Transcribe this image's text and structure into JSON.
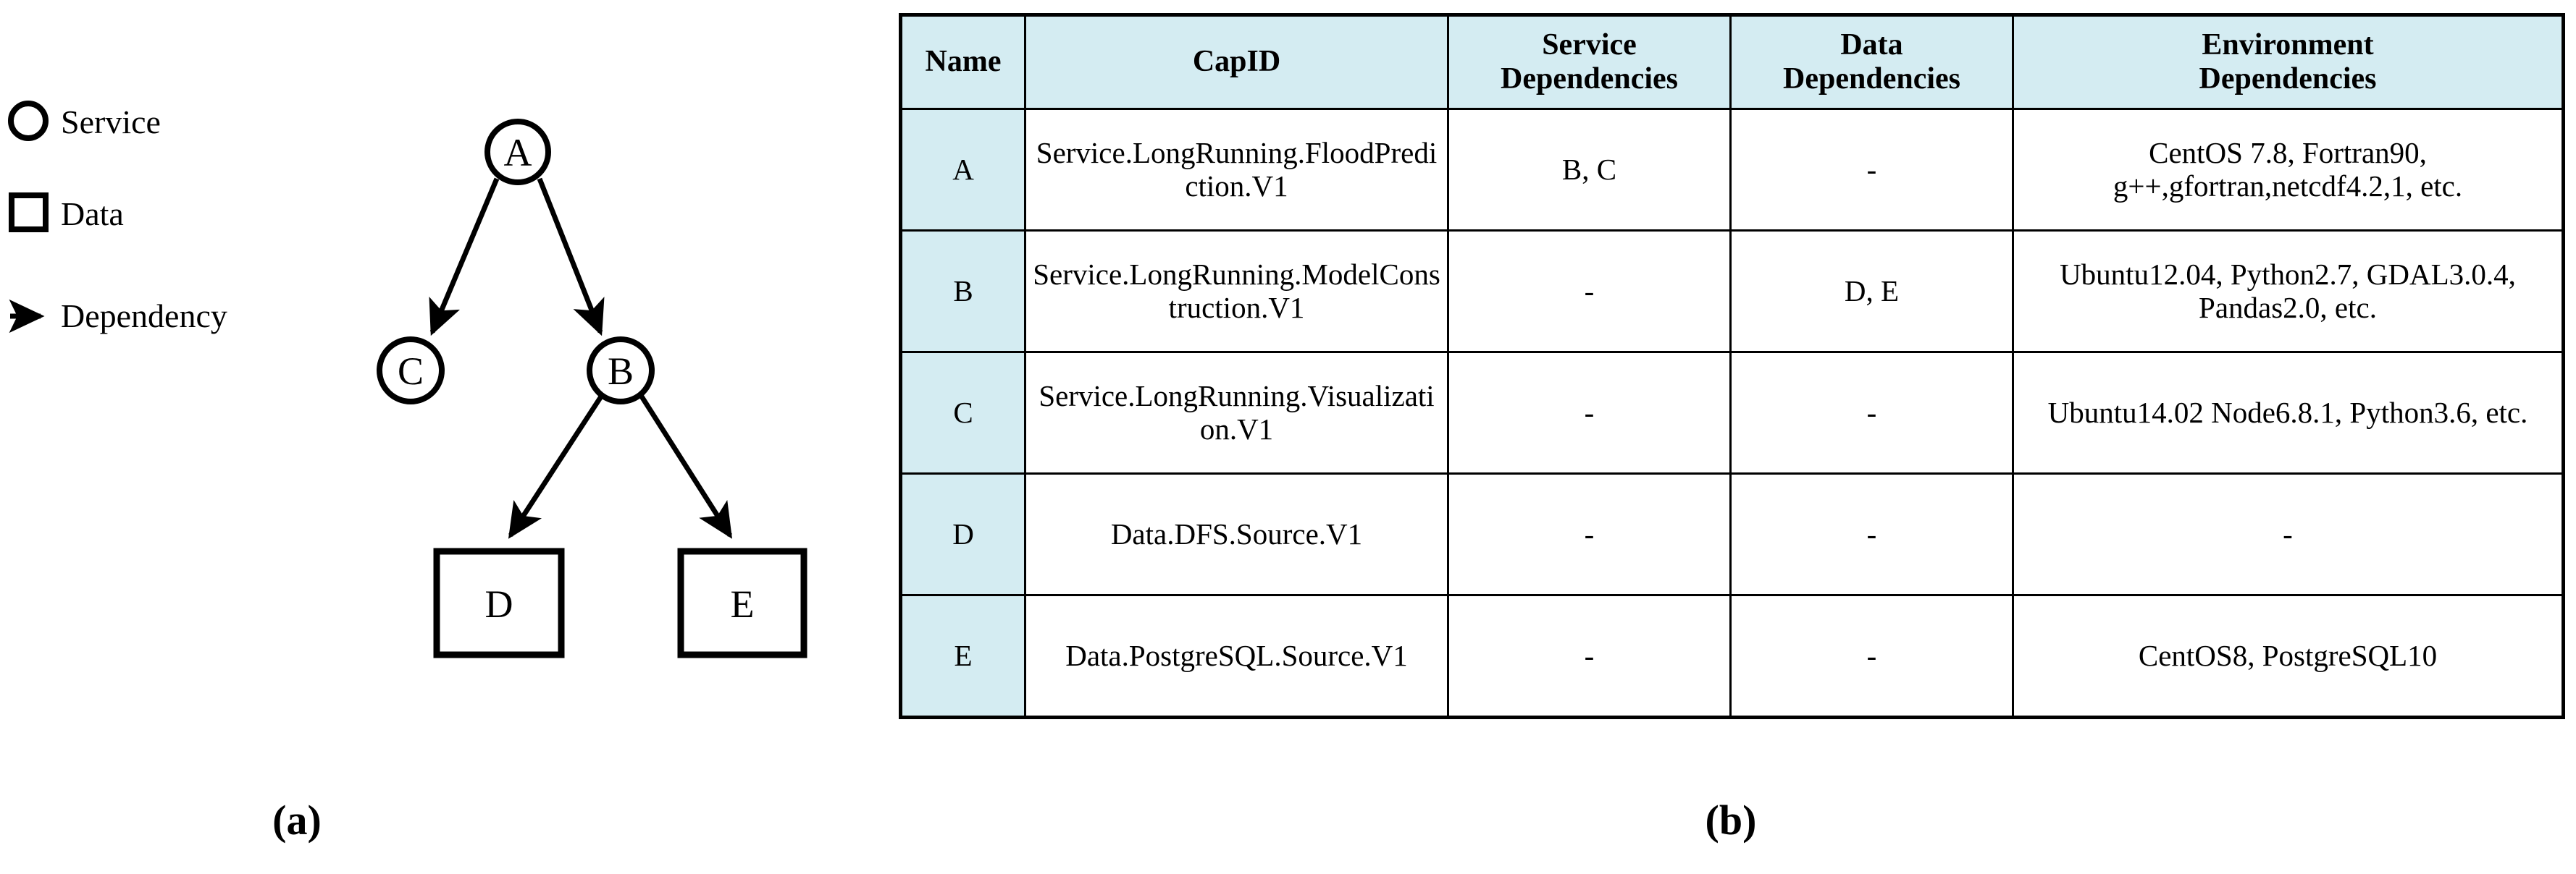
{
  "figure": {
    "panel_a_caption": "(a)",
    "panel_b_caption": "(b)"
  },
  "graph": {
    "legend": [
      {
        "shape": "circle",
        "label": "Service"
      },
      {
        "shape": "square",
        "label": "Data"
      },
      {
        "shape": "arrow",
        "label": "Dependency"
      }
    ],
    "nodes": [
      {
        "id": "A",
        "label": "A",
        "type": "service"
      },
      {
        "id": "C",
        "label": "C",
        "type": "service"
      },
      {
        "id": "B",
        "label": "B",
        "type": "service"
      },
      {
        "id": "D",
        "label": "D",
        "type": "data"
      },
      {
        "id": "E",
        "label": "E",
        "type": "data"
      }
    ],
    "edges": [
      {
        "from": "A",
        "to": "C"
      },
      {
        "from": "A",
        "to": "B"
      },
      {
        "from": "B",
        "to": "D"
      },
      {
        "from": "B",
        "to": "E"
      }
    ]
  },
  "table": {
    "header_bg": "#d4ecf2",
    "columns": [
      "Name",
      "CapID",
      "Service\nDependencies",
      "Data\nDependencies",
      "Environment\nDependencies"
    ],
    "columns_split": [
      {
        "line1": "Name",
        "line2": ""
      },
      {
        "line1": "CapID",
        "line2": ""
      },
      {
        "line1": "Service",
        "line2": "Dependencies"
      },
      {
        "line1": "Data",
        "line2": "Dependencies"
      },
      {
        "line1": "Environment",
        "line2": "Dependencies"
      }
    ],
    "rows": [
      {
        "name": "A",
        "capid": "Service.LongRunning.FloodPrediction.V1",
        "service_dependencies": "B, C",
        "data_dependencies": "-",
        "environment_dependencies": "CentOS 7.8, Fortran90, g++,gfortran,netcdf4.2,1, etc."
      },
      {
        "name": "B",
        "capid": "Service.LongRunning.ModelConstruction.V1",
        "service_dependencies": "-",
        "data_dependencies": "D, E",
        "environment_dependencies": "Ubuntu12.04, Python2.7, GDAL3.0.4, Pandas2.0, etc."
      },
      {
        "name": "C",
        "capid": "Service.LongRunning.Visualization.V1",
        "service_dependencies": "-",
        "data_dependencies": "-",
        "environment_dependencies": "Ubuntu14.02 Node6.8.1, Python3.6, etc."
      },
      {
        "name": "D",
        "capid": "Data.DFS.Source.V1",
        "service_dependencies": "-",
        "data_dependencies": "-",
        "environment_dependencies": "-"
      },
      {
        "name": "E",
        "capid": "Data.PostgreSQL.Source.V1",
        "service_dependencies": "-",
        "data_dependencies": "-",
        "environment_dependencies": "CentOS8, PostgreSQL10"
      }
    ]
  }
}
